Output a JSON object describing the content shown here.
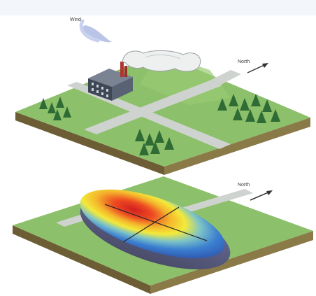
{
  "labels": {
    "wind_top": "Wind",
    "wind_right_top": "North",
    "wind_right_bottom": "North"
  },
  "colors": {
    "grass": "#8dc06a",
    "grass_dark": "#7cb25a",
    "road": "#cfd3cf",
    "soil_front": "#5b4a2c",
    "soil_side": "#7a6a3e",
    "tree": "#2f6b35",
    "building": "#4d5563",
    "smoke": "#eef0f0",
    "cloud": "#b9c4e6",
    "plume_edge": "#5a5f8a"
  },
  "icons": [
    "moon-cloud-icon",
    "factory-icon",
    "smoke-plume-icon",
    "wind-arrow-icon",
    "pine-tree-icon",
    "concentration-ellipse-icon"
  ]
}
